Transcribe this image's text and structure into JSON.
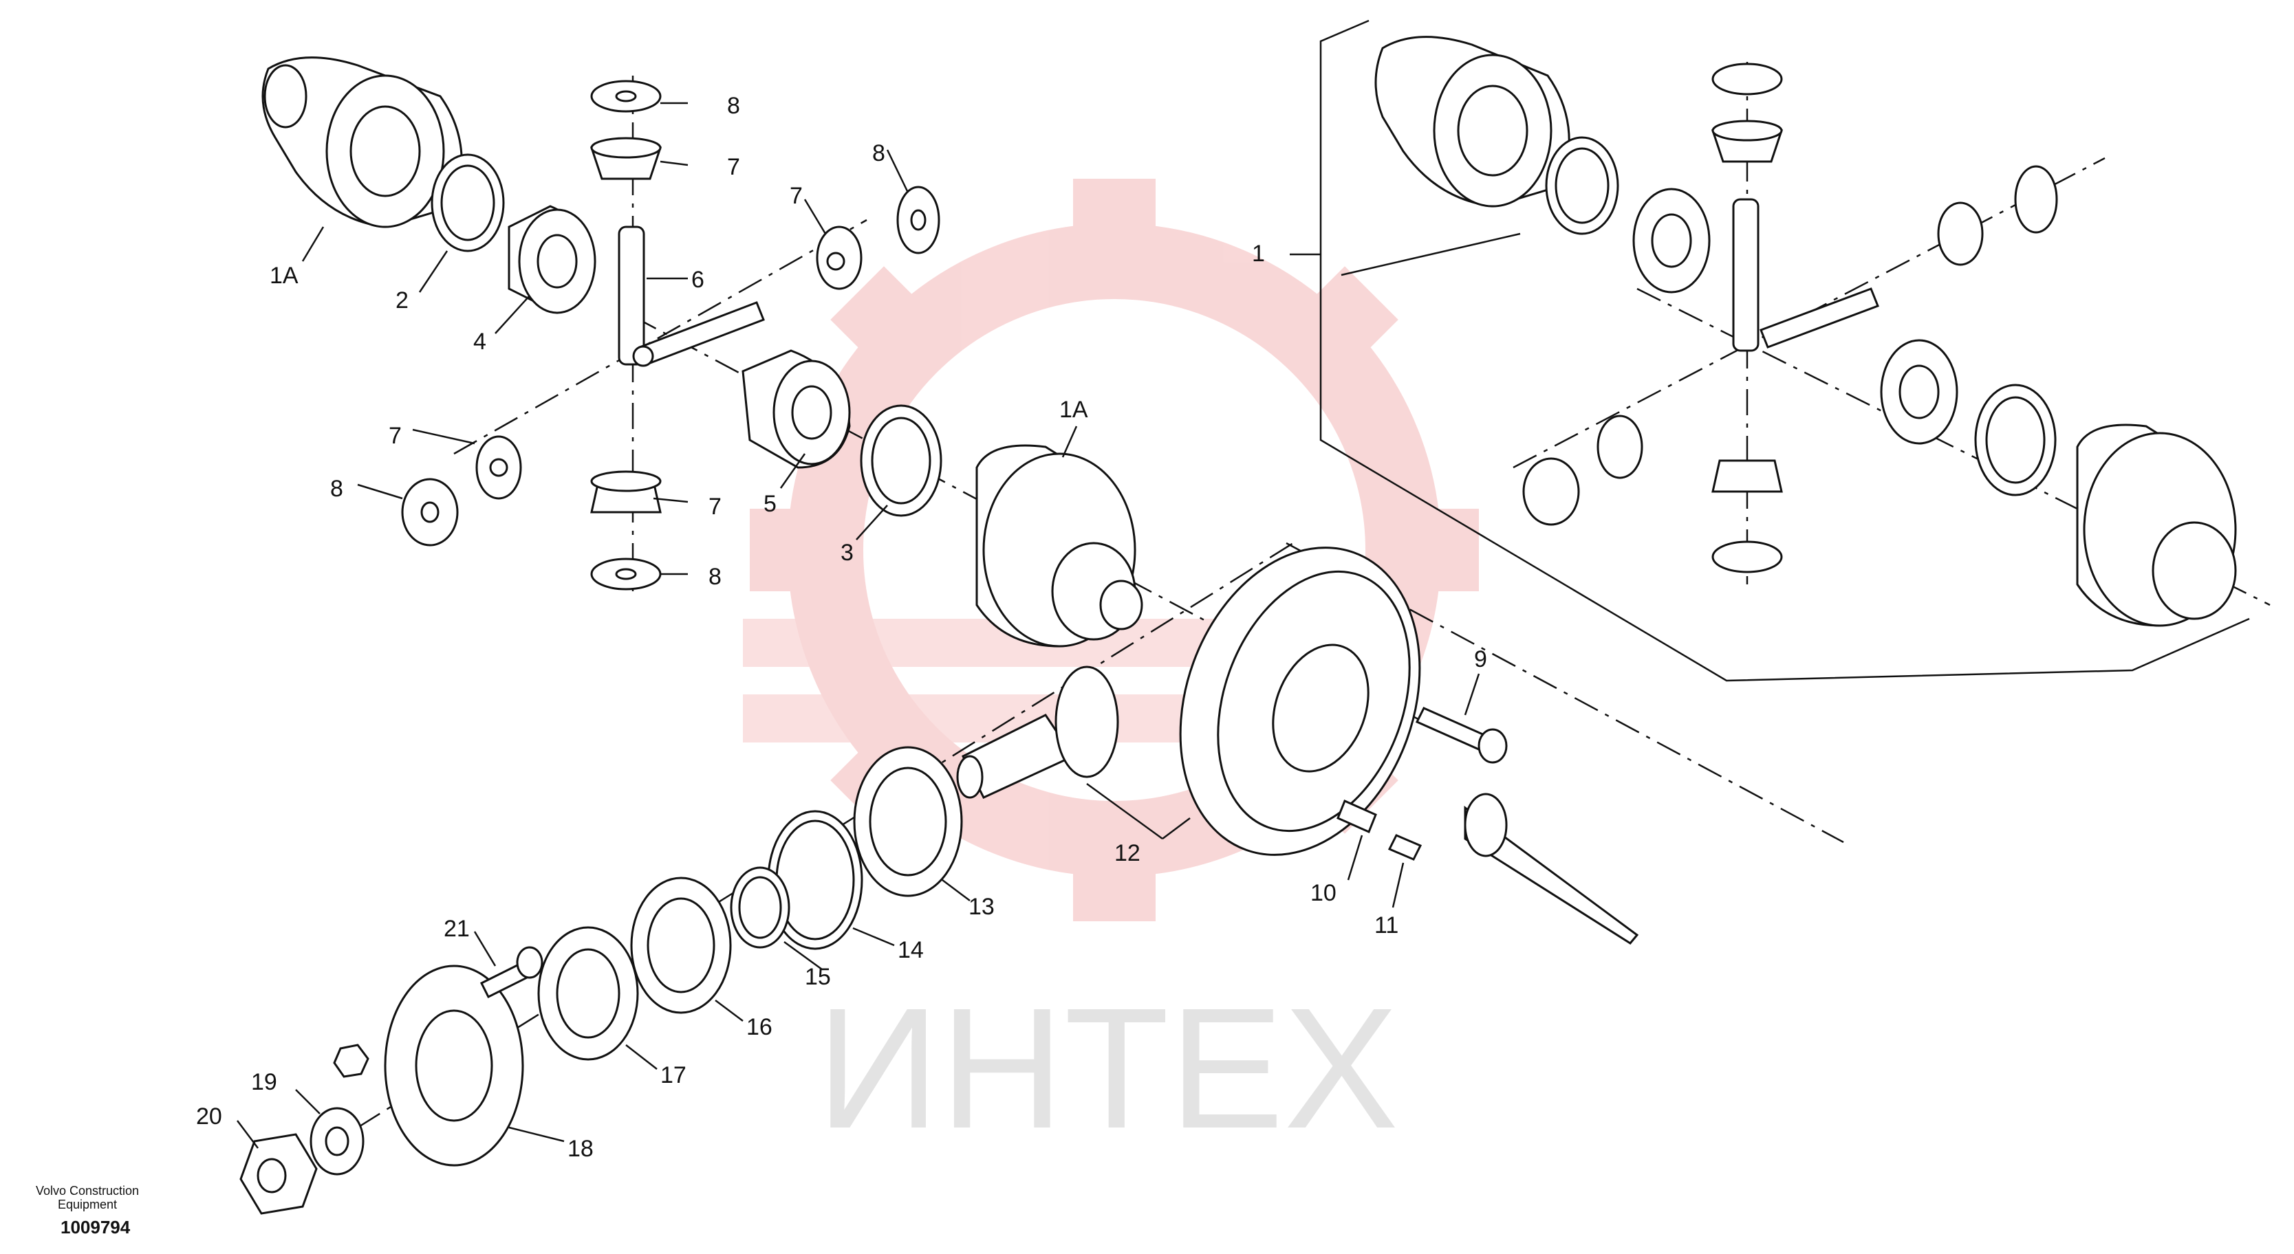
{
  "diagram": {
    "callouts": [
      {
        "id": "c-1A-top",
        "label": "1A"
      },
      {
        "id": "c-2",
        "label": "2"
      },
      {
        "id": "c-4",
        "label": "4"
      },
      {
        "id": "c-8a",
        "label": "8"
      },
      {
        "id": "c-7a",
        "label": "7"
      },
      {
        "id": "c-6",
        "label": "6"
      },
      {
        "id": "c-8b",
        "label": "8"
      },
      {
        "id": "c-7b",
        "label": "7"
      },
      {
        "id": "c-7c",
        "label": "7"
      },
      {
        "id": "c-8c",
        "label": "8"
      },
      {
        "id": "c-5",
        "label": "5"
      },
      {
        "id": "c-7d",
        "label": "7"
      },
      {
        "id": "c-8d",
        "label": "8"
      },
      {
        "id": "c-3",
        "label": "3"
      },
      {
        "id": "c-1A-mid",
        "label": "1A"
      },
      {
        "id": "c-1",
        "label": "1"
      },
      {
        "id": "c-9",
        "label": "9"
      },
      {
        "id": "c-12",
        "label": "12"
      },
      {
        "id": "c-10",
        "label": "10"
      },
      {
        "id": "c-11",
        "label": "11"
      },
      {
        "id": "c-13",
        "label": "13"
      },
      {
        "id": "c-14",
        "label": "14"
      },
      {
        "id": "c-15",
        "label": "15"
      },
      {
        "id": "c-16",
        "label": "16"
      },
      {
        "id": "c-17",
        "label": "17"
      },
      {
        "id": "c-18",
        "label": "18"
      },
      {
        "id": "c-19",
        "label": "19"
      },
      {
        "id": "c-20",
        "label": "20"
      },
      {
        "id": "c-21",
        "label": "21"
      }
    ],
    "credit_line1": "Volvo Construction",
    "credit_line2": "Equipment",
    "drawing_number": "1009794",
    "watermark_text": "ИНТЕХ",
    "colors": {
      "line": "#111111",
      "watermark": "#f4b8b8",
      "watermark_text": "#e3e3e3"
    }
  }
}
